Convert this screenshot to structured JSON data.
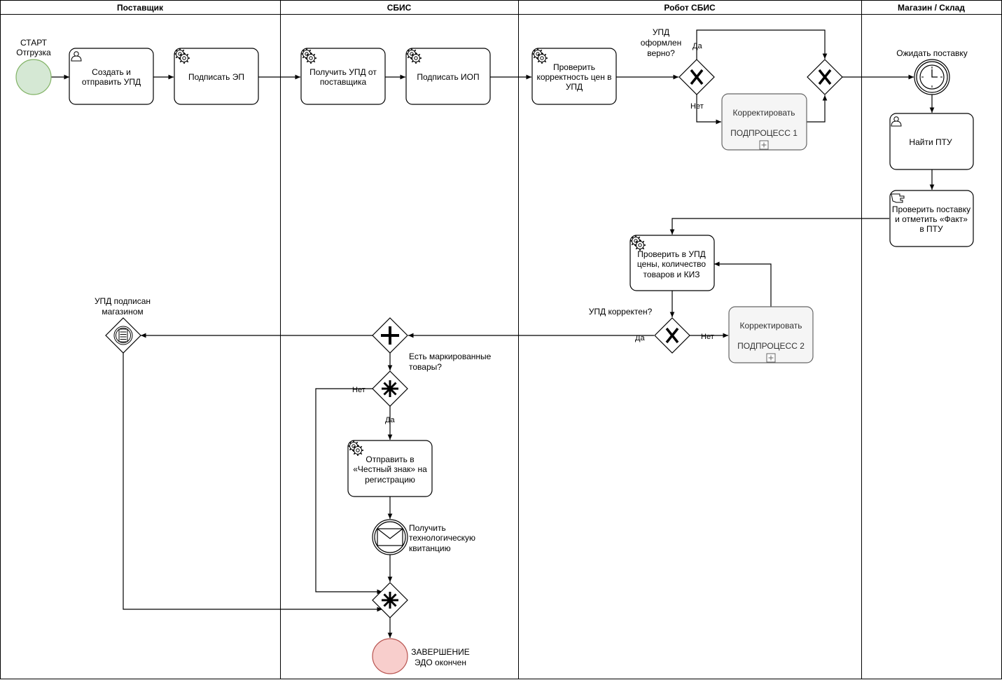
{
  "lanes": [
    "Поставщик",
    "СБИС",
    "Робот СБИС",
    "Магазин / Склад"
  ],
  "start_event": {
    "line1": "СТАРТ",
    "line2": "Отгрузка"
  },
  "end_event": {
    "line1": "ЗАВЕРШЕНИЕ",
    "line2": "ЭДО окончен"
  },
  "tasks": {
    "create_send_upd": [
      "Создать и",
      "отправить УПД"
    ],
    "sign_ep": [
      "Подписать ЭП"
    ],
    "receive_upd": [
      "Получить УПД от",
      "поставщика"
    ],
    "sign_iop": [
      "Подписать ИОП"
    ],
    "check_prices": [
      "Проверить",
      "корректность цен в",
      "УПД"
    ],
    "correct_1": [
      "Корректировать",
      "ПОДПРОЦЕСС 1"
    ],
    "find_ptu": [
      "Найти ПТУ"
    ],
    "check_delivery": [
      "Проверить поставку",
      "и отметить «Факт»",
      "в ПТУ"
    ],
    "check_upd_details": [
      "Проверить в УПД",
      "цены, количество",
      "товаров и КИЗ"
    ],
    "correct_2": [
      "Корректировать",
      "ПОДПРОЦЕСС 2"
    ],
    "send_cz": [
      "Отправить в",
      "«Честный знак» на",
      "регистрацию"
    ]
  },
  "labels": {
    "q_upd_ok": [
      "УПД",
      "оформлен",
      "верно?"
    ],
    "yes": "Да",
    "no": "Нет",
    "wait_delivery": "Ожидать поставку",
    "q_upd_correct": "УПД корректен?",
    "upd_signed": [
      "УПД подписан",
      "магазином"
    ],
    "q_marked": [
      "Есть маркированные",
      "товары?"
    ],
    "receive_receipt": [
      "Получить",
      "технологическую",
      "квитанцию"
    ]
  },
  "colors": {
    "start_fill": "#d5e8d4",
    "start_stroke": "#82b366",
    "end_fill": "#f8cecc",
    "end_stroke": "#b85450",
    "subprocess_fill": "#f5f5f5",
    "subprocess_stroke": "#666666"
  }
}
